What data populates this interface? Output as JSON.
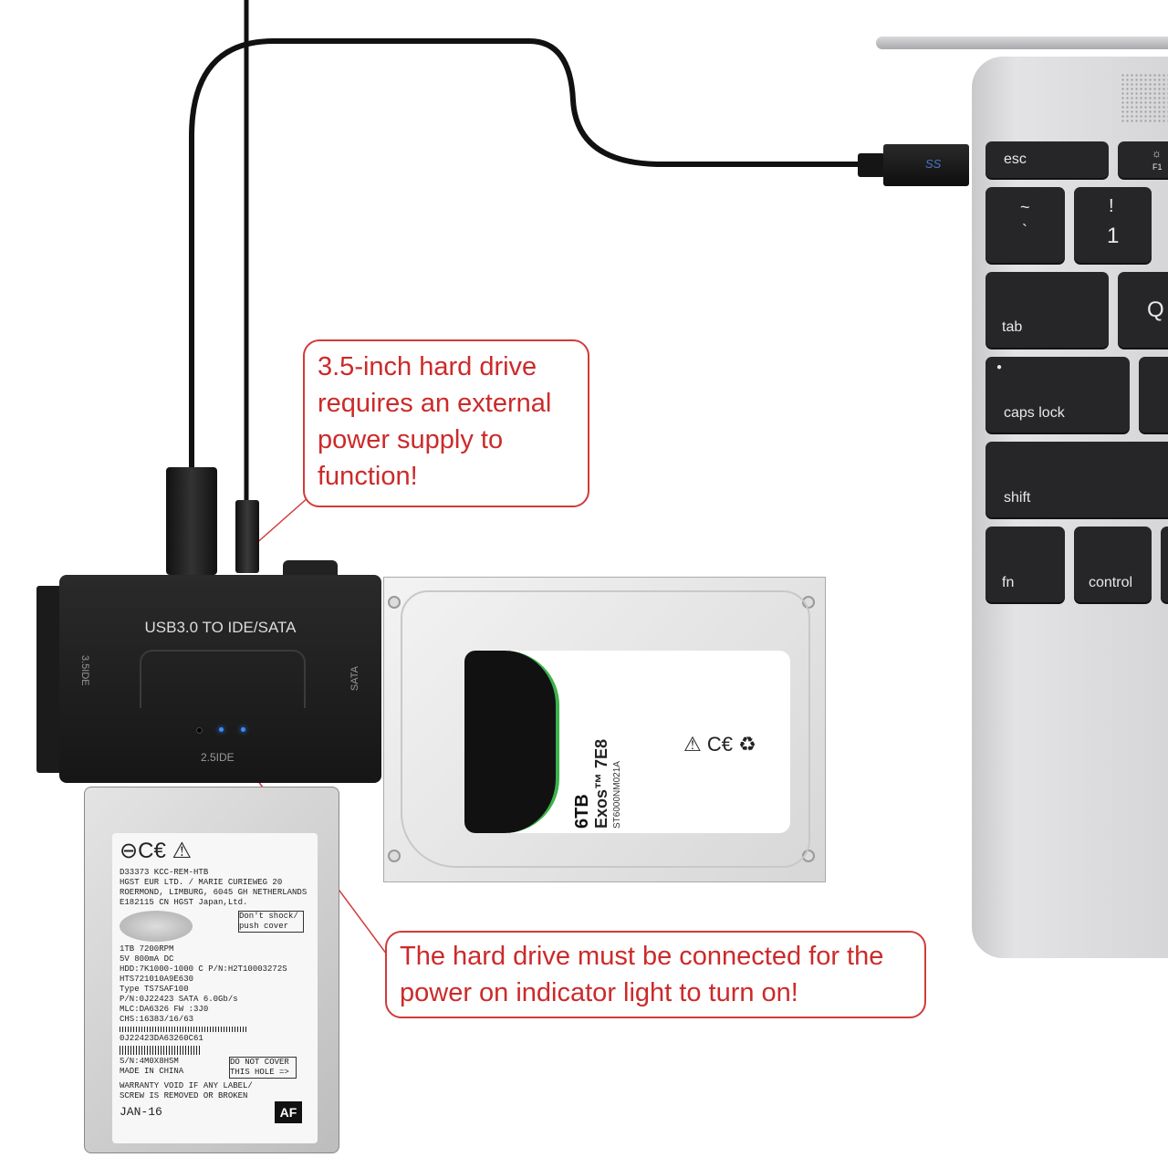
{
  "callouts": {
    "external_power": "3.5-inch hard drive requires an external power supply to function!",
    "indicator_light": "The hard drive must be connected for the power on indicator light to turn on!"
  },
  "adapter": {
    "title": "USB3.0 TO IDE/SATA",
    "port_left": "3.5IDE",
    "port_right": "SATA",
    "port_bottom": "2.5IDE",
    "usb_logo": "SS"
  },
  "keyboard": {
    "esc": "esc",
    "f1": "F1",
    "tilde": "~",
    "backtick": "`",
    "exclam": "!",
    "one": "1",
    "tab": "tab",
    "q": "Q",
    "caps_lock": "caps lock",
    "shift": "shift",
    "fn": "fn",
    "control": "control"
  },
  "hdd35": {
    "capacity": "6TB",
    "model": "Exos™ 7E8",
    "part": "ST6000NM021A"
  },
  "hdd25": {
    "lines": [
      "D33373   KCC-REM-HTB",
      "HGST EUR LTD. / MARIE CURIEWEG 20",
      "ROERMOND, LIMBURG, 6045 GH NETHERLANDS",
      "E182115 CN      HGST Japan,Ltd.",
      "1TB 7200RPM",
      "5V 800mA DC",
      "HDD:7K1000-1000  C P/N:H2T10003272S",
      "HTS721010A9E630",
      "Type TS7SAF100",
      "P/N:0J22423      SATA 6.0Gb/s",
      "MLC:DA6326       FW :3J0",
      "CHS:16383/16/63",
      "0J22423DA63260C61",
      "S/N:4M0X8HSM",
      "MADE IN CHINA",
      "WARRANTY VOID IF ANY LABEL/",
      "SCREW IS REMOVED OR BROKEN",
      "JAN-16"
    ],
    "warning1": "Don't shock/ push cover",
    "warning2": "DO NOT COVER THIS HOLE =>",
    "af_badge": "AF"
  },
  "colors": {
    "callout_red": "#d23a3a",
    "led_blue": "#3a8cff",
    "adapter_black": "#1e1e1e",
    "laptop_silver": "#d4d4d7"
  }
}
